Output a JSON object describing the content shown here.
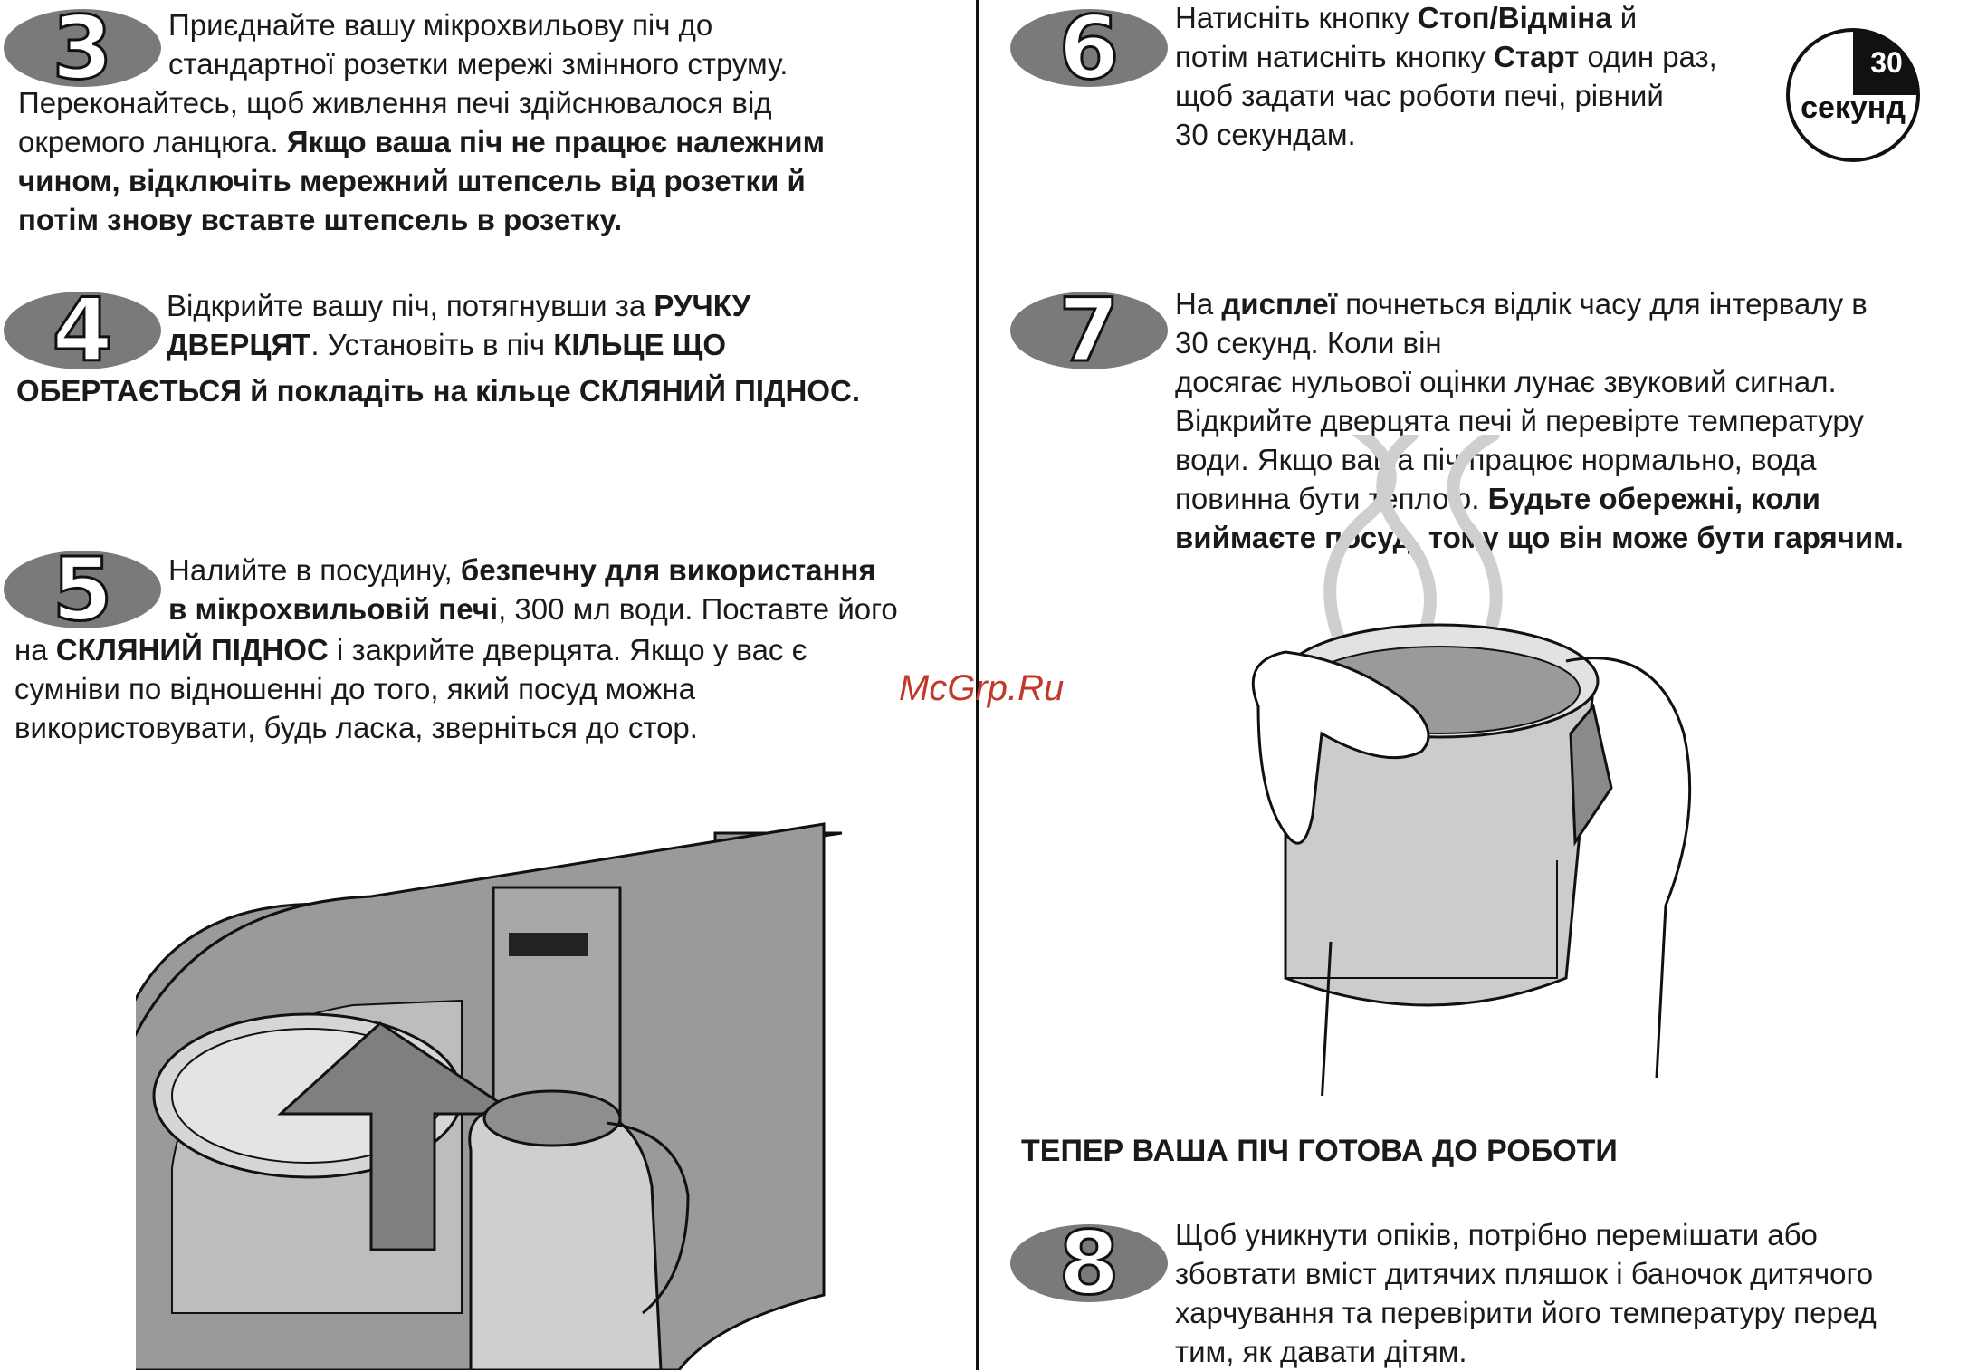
{
  "steps": {
    "s3": {
      "num": "3",
      "l1": "Приєднайте вашу мікрохвильову піч до",
      "l2": "стандартної розетки мережі змінного струму.",
      "l3": "Переконайтесь, щоб живлення печі здійснювалося від",
      "l4a": "окремого ланцюга. ",
      "l4b": "Якщо ваша піч не працює належним",
      "l5": "чином, відключіть мережний штепсель від розетки й",
      "l6": "потім знову вставте штепсель в розетку."
    },
    "s4": {
      "num": "4",
      "l1a": "Відкрийте вашу піч, потягнувши за ",
      "l1b": "РУЧКУ",
      "l2a": "ДВЕРЦЯТ",
      "l2b": ". Установіть в піч ",
      "l2c": "КІЛЬЦЕ ЩО",
      "l3": "ОБЕРТАЄТЬСЯ й покладіть на кільце СКЛЯНИЙ ПІДНОС."
    },
    "s5": {
      "num": "5",
      "l1a": "Налийте в посудину, ",
      "l1b": "безпечну для використання",
      "l2a": "в мікрохвильовій печі",
      "l2b": ", 300 мл води. Поставте його",
      "l3a": "на ",
      "l3b": "СКЛЯНИЙ ПІДНОС",
      "l3c": "  і закрийте дверцята. Якщо у вас є",
      "l4": "сумніви по відношенні до того, який посуд можна",
      "l5": "використовувати, будь ласка, зверніться до стор."
    },
    "s6": {
      "num": "6",
      "l1a": "Натисніть кнопку ",
      "l1b": "Стоп",
      "l1c": "/",
      "l1d": "Відміна",
      "l1e": " й",
      "l2a": "потім натисніть кнопку ",
      "l2b": "Старт",
      "l2c": " один раз,",
      "l3": "щоб задати час роботи печі, рівний",
      "l4": "30 секундам."
    },
    "s7": {
      "num": "7",
      "l1a": "На ",
      "l1b": "дисплеї",
      "l1c": " почнеться відлік часу для інтервалу в",
      "l2": "30 секунд. Коли він",
      "l3": "досягає нульової оцінки лунає звуковий сигнал.",
      "l4": "Відкрийте дверцята печі й перевірте температуру",
      "l5": "води. Якщо ваша піч працює нормально, вода",
      "l6a": "повинна бути теплою. ",
      "l6b": "Будьте обережні, коли",
      "l7": "виймаєте посуд, тому що він може бути гарячим."
    },
    "s8": {
      "num": "8",
      "l1": "Щоб уникнути опіків, потрібно перемішати або",
      "l2": "збовтати вміст дитячих пляшок і баночок дитячого",
      "l3": "харчування та перевірити його температуру перед",
      "l4": "тим, як давати дітям."
    }
  },
  "timer": {
    "number": "30",
    "unit": "секунд"
  },
  "ready_heading": "ТЕПЕР ВАША ПІЧ ГОТОВА ДО РОБОТИ",
  "watermark": "McGrp.Ru",
  "colors": {
    "badge": "#7a7a7a",
    "illustration_gray": "#8c8c8c",
    "watermark": "#c0392b"
  }
}
